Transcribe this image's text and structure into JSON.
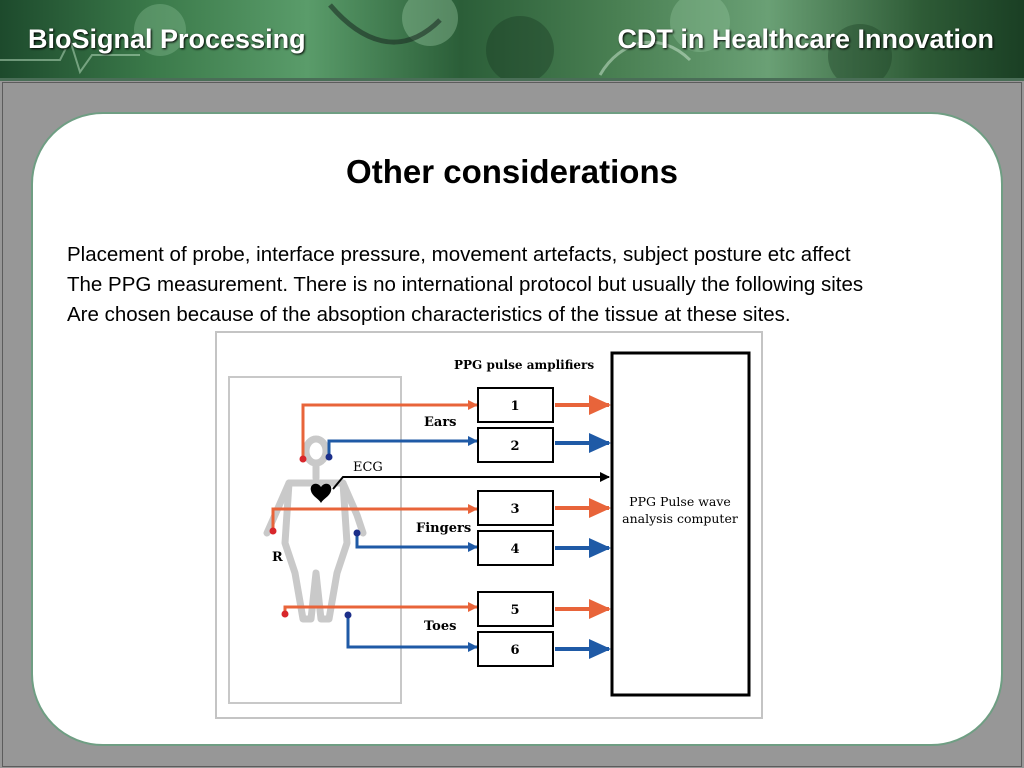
{
  "header": {
    "left_title": "BioSignal Processing",
    "right_title": "CDT in Healthcare Innovation"
  },
  "slide": {
    "title": "Other considerations",
    "body_lines": [
      "Placement of probe, interface pressure, movement artefacts, subject posture etc affect",
      "The PPG measurement. There is no international protocol but usually the following sites",
      "Are chosen because of the absoption characteristics of the tissue at these sites."
    ]
  },
  "diagram": {
    "amplifiers_heading": "PPG pulse amplifiers",
    "groups": {
      "ears": "Ears",
      "ecg": "ECG",
      "fingers": "Fingers",
      "toes": "Toes"
    },
    "side_label": "R",
    "amplifiers": [
      "1",
      "2",
      "3",
      "4",
      "5",
      "6"
    ],
    "computer_line1": "PPG Pulse wave",
    "computer_line2": "analysis computer",
    "colors": {
      "red": "#e8643a",
      "blue": "#1f5aa6",
      "red_dot": "#d8262b",
      "blue_dot": "#1c2f8a",
      "body": "#c9c9c9"
    }
  }
}
